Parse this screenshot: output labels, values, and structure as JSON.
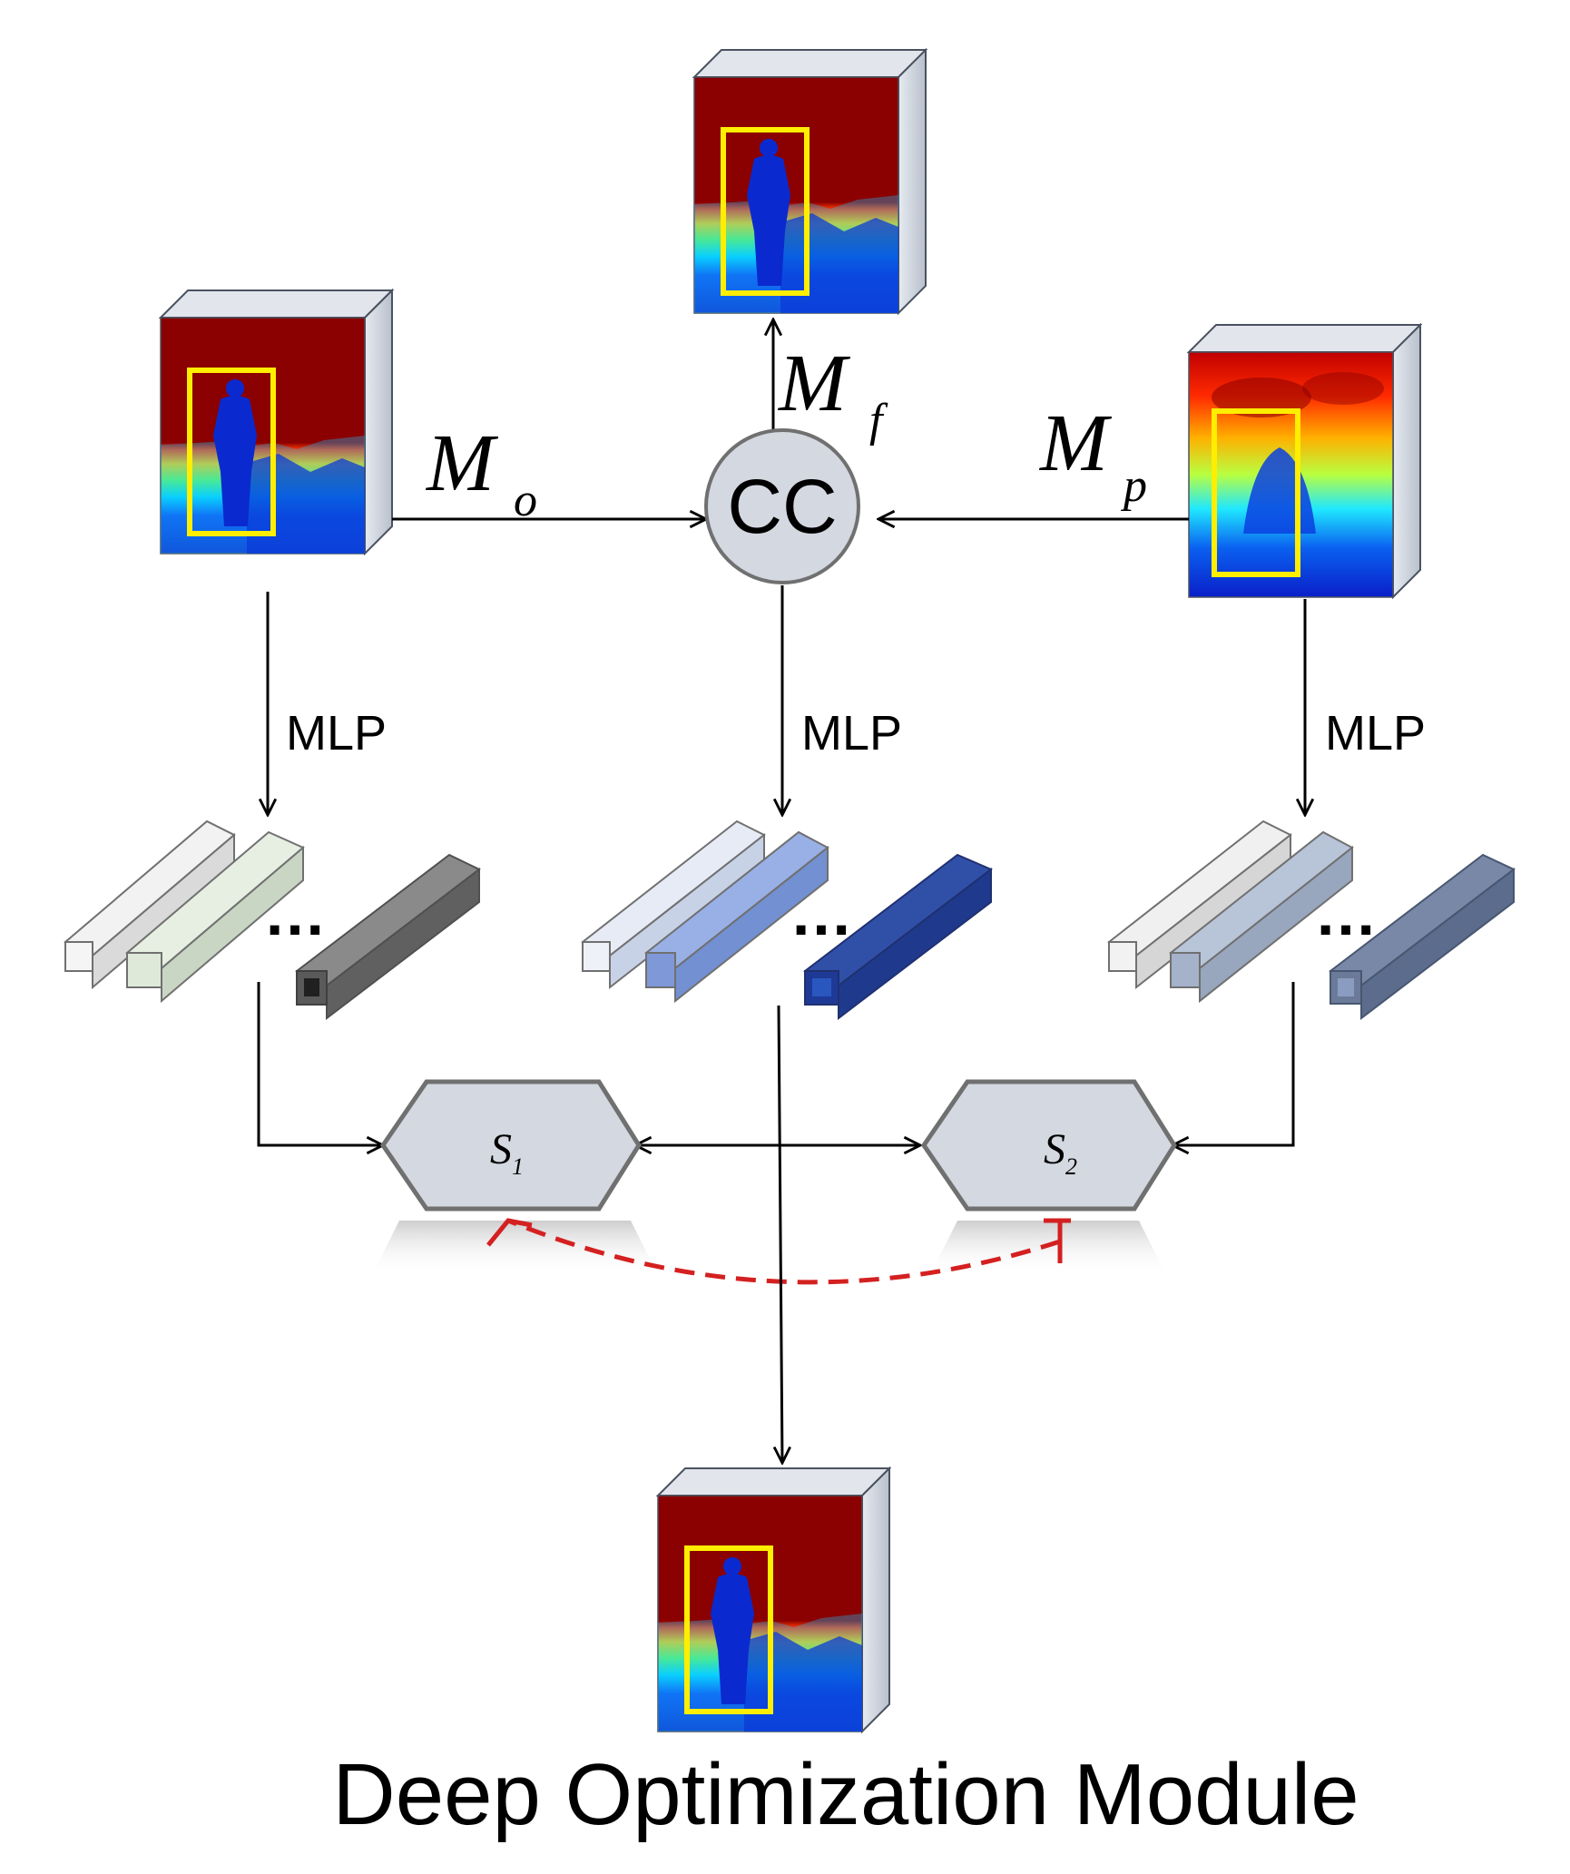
{
  "diagram": {
    "caption": "Deep Optimization Module",
    "nodes": {
      "concat": "CC",
      "similarity_1": {
        "base": "S",
        "sub": "1"
      },
      "similarity_2": {
        "base": "S",
        "sub": "2"
      }
    },
    "edge_labels": {
      "m_o": {
        "base": "M",
        "sub": "o"
      },
      "m_f": {
        "base": "M",
        "sub": "f"
      },
      "m_p": {
        "base": "M",
        "sub": "p"
      },
      "mlp_left": "MLP",
      "mlp_center": "MLP",
      "mlp_right": "MLP"
    },
    "ellipsis": "…",
    "colors": {
      "depth_far": "#8b0000",
      "depth_near": "#0a1fc8",
      "bbox": "#ffee00",
      "arrow": "#000000",
      "feedback": "#d42020",
      "node_fill": "#d4d8e0",
      "node_stroke": "#707070"
    }
  }
}
